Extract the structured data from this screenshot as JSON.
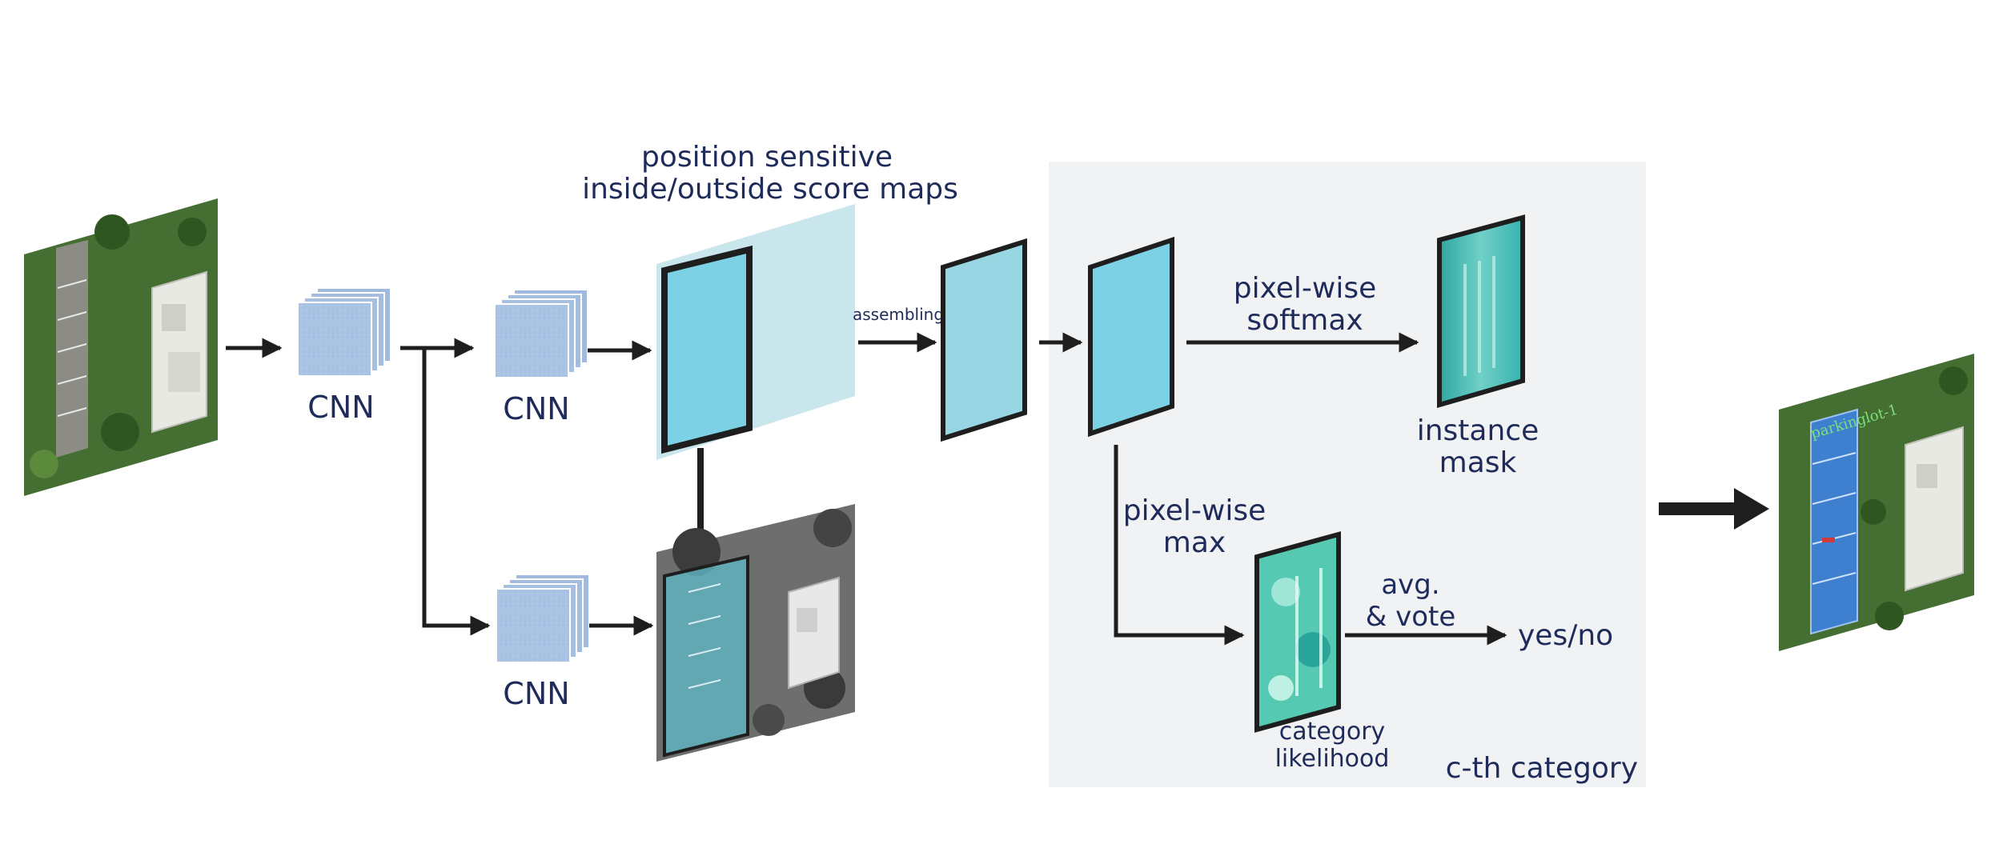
{
  "labels": {
    "title_line1": "position sensitive",
    "title_line2": "inside/outside score maps",
    "cnn_1": "CNN",
    "cnn_2": "CNN",
    "cnn_3": "CNN",
    "assembling": "assembling",
    "softmax_line1": "pixel-wise",
    "softmax_line2": "softmax",
    "mask_line1": "instance",
    "mask_line2": "mask",
    "max_line1": "pixel-wise",
    "max_line2": "max",
    "vote_line1": "avg.",
    "vote_line2": "& vote",
    "yesno": "yes/no",
    "likelihood_line1": "category",
    "likelihood_line2": "likelihood",
    "cth": "c-th category",
    "result_tag": "parkinglot-1"
  },
  "colors": {
    "text": "#1f2b5a",
    "arrow": "#1e1e1e",
    "cnn_stack": "#a9c3e4",
    "score_map": "#7dd1e4",
    "score_map_bg": "#c9e6ec",
    "panel": "#f1f2f3",
    "aerial_tree": "#3f6a2e",
    "aerial_ground": "#8f8f86"
  },
  "icons": {
    "input_image": "aerial-photo-icon",
    "output_image": "segmented-aerial-photo-icon"
  }
}
